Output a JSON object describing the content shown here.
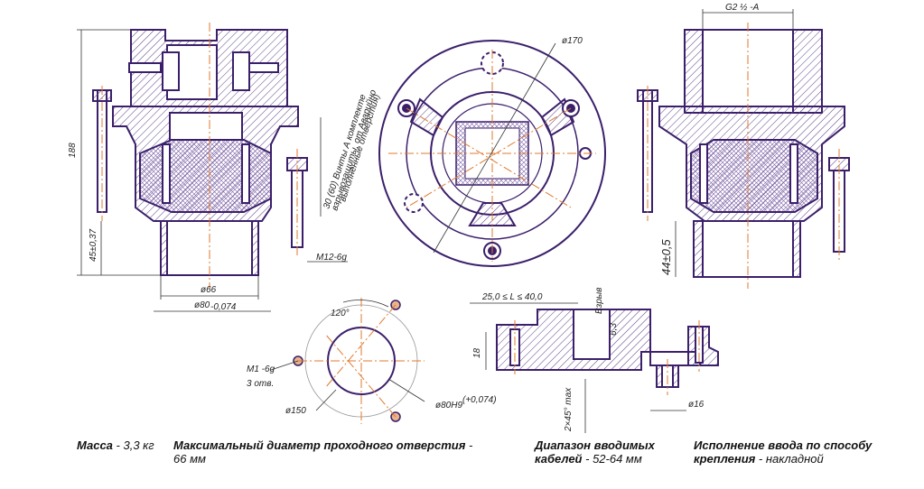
{
  "dimensions": {
    "height_188": "188",
    "d45": "45±0,37",
    "d66": "ø66",
    "d80": "ø80",
    "d80_tol": "-0,074",
    "m12": "M12-6g",
    "screws_note_1": "30 (60) Винты А комплекте",
    "screws_note_2": "взрывозащиты, от Аварийно",
    "screws_note_3": "выполненные отверстия)",
    "d170": "ø170",
    "g2": "G2 ½ -A",
    "d44": "44±0,5",
    "angle120": "120°",
    "m1": "M1  -6g",
    "holes3": "3 отв.",
    "d150": "ø150",
    "d80h9": "ø80H9",
    "d80h9_tol": "(+0,074)",
    "L_range": "25,0  ≤ L ≤ 40,0",
    "vzryv": "Взрыв",
    "r63": "6,3",
    "d18": "18",
    "chamfer": "2×45° max",
    "d16": "ø16"
  },
  "specs": {
    "mass_label": "Масса",
    "mass_value": " - 3,3 кг",
    "bore_label": "Максимальный диаметр проходного отверстия",
    "bore_sep": " -",
    "bore_value": "66 мм",
    "cable_label_1": "Диапазон вводимых",
    "cable_label_2": "кабелей",
    "cable_value": " - 52-64 мм",
    "mount_label_1": "Исполнение ввода по способу",
    "mount_label_2": "крепления",
    "mount_value": " - накладной"
  },
  "colors": {
    "outline": "#3b1f6b",
    "hatch": "#5a3f86",
    "center": "#e07a2e",
    "dim": "#333333"
  }
}
